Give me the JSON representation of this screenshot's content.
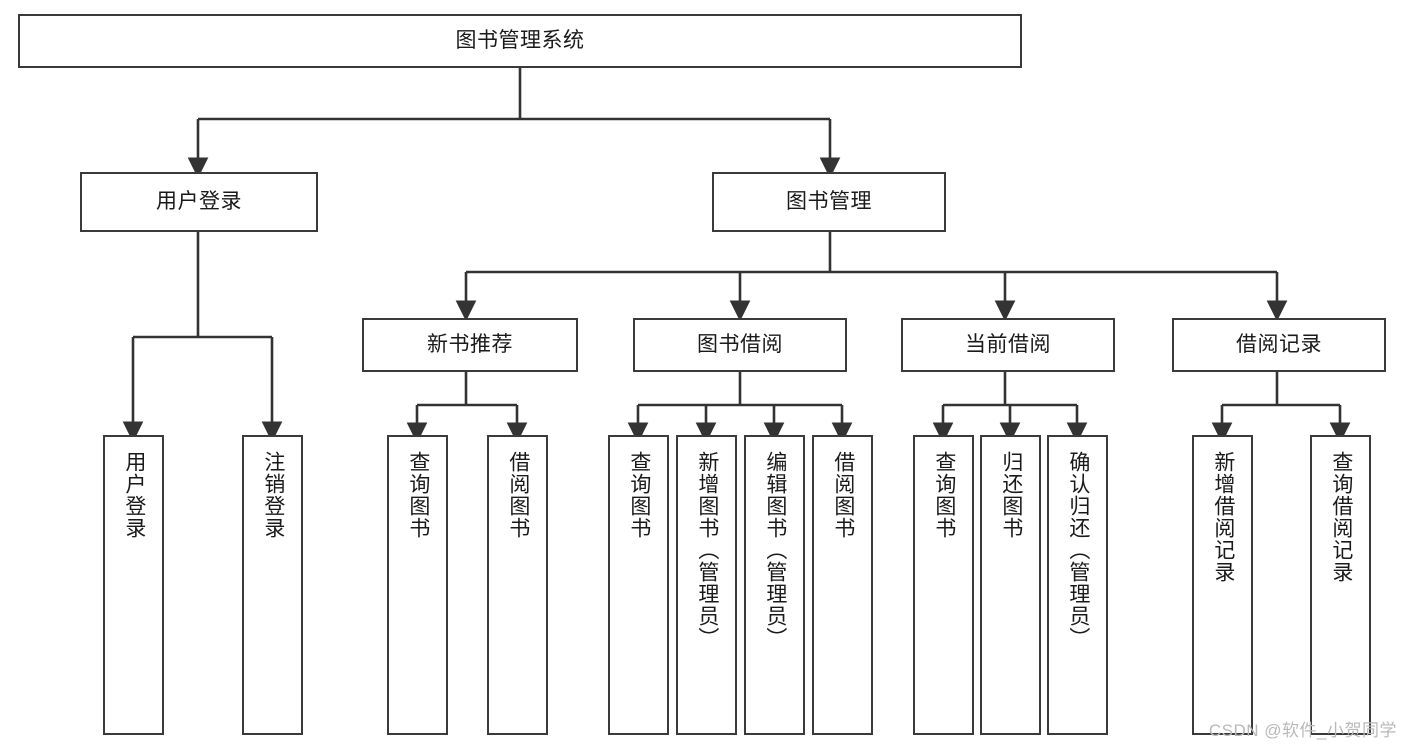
{
  "diagram": {
    "type": "tree-hierarchy",
    "title": "图书管理系统",
    "orientation": "top-down",
    "colors": {
      "node_border": "#3a3a3a",
      "node_fill": "#ffffff",
      "connector": "#333333",
      "text": "#1a1a1a",
      "watermark": "#b9b9b9",
      "background": "#ffffff"
    },
    "watermark": "CSDN @软件_小贺同学",
    "nodes": {
      "root": {
        "label": "图书管理系统",
        "level": 0,
        "text_direction": "horizontal"
      },
      "user_login": {
        "label": "用户登录",
        "level": 1,
        "text_direction": "horizontal"
      },
      "book_manage": {
        "label": "图书管理",
        "level": 1,
        "text_direction": "horizontal"
      },
      "new_book_rec": {
        "label": "新书推荐",
        "level": 2,
        "text_direction": "horizontal"
      },
      "book_borrow": {
        "label": "图书借阅",
        "level": 2,
        "text_direction": "horizontal"
      },
      "current_borrow": {
        "label": "当前借阅",
        "level": 2,
        "text_direction": "horizontal"
      },
      "borrow_record": {
        "label": "借阅记录",
        "level": 2,
        "text_direction": "horizontal"
      },
      "leaf_user_login": {
        "label": "用户登录",
        "level": 3,
        "text_direction": "vertical"
      },
      "leaf_logout": {
        "label": "注销登录",
        "level": 3,
        "text_direction": "vertical"
      },
      "leaf_query_book_1": {
        "label": "查询图书",
        "level": 3,
        "text_direction": "vertical"
      },
      "leaf_borrow_book_1": {
        "label": "借阅图书",
        "level": 3,
        "text_direction": "vertical"
      },
      "leaf_query_book_2": {
        "label": "查询图书",
        "level": 3,
        "text_direction": "vertical"
      },
      "leaf_add_book": {
        "label": "新增图书（管理员）",
        "level": 3,
        "text_direction": "vertical"
      },
      "leaf_edit_book": {
        "label": "编辑图书（管理员）",
        "level": 3,
        "text_direction": "vertical"
      },
      "leaf_borrow_book_2": {
        "label": "借阅图书",
        "level": 3,
        "text_direction": "vertical"
      },
      "leaf_query_book_3": {
        "label": "查询图书",
        "level": 3,
        "text_direction": "vertical"
      },
      "leaf_return_book": {
        "label": "归还图书",
        "level": 3,
        "text_direction": "vertical"
      },
      "leaf_confirm_return": {
        "label": "确认归还（管理员）",
        "level": 3,
        "text_direction": "vertical"
      },
      "leaf_add_record": {
        "label": "新增借阅记录",
        "level": 3,
        "text_direction": "vertical"
      },
      "leaf_query_record": {
        "label": "查询借阅记录",
        "level": 3,
        "text_direction": "vertical"
      }
    },
    "edges": [
      {
        "from": "root",
        "to": "user_login"
      },
      {
        "from": "root",
        "to": "book_manage"
      },
      {
        "from": "user_login",
        "to": "leaf_user_login"
      },
      {
        "from": "user_login",
        "to": "leaf_logout"
      },
      {
        "from": "book_manage",
        "to": "new_book_rec"
      },
      {
        "from": "book_manage",
        "to": "book_borrow"
      },
      {
        "from": "book_manage",
        "to": "current_borrow"
      },
      {
        "from": "book_manage",
        "to": "borrow_record"
      },
      {
        "from": "new_book_rec",
        "to": "leaf_query_book_1"
      },
      {
        "from": "new_book_rec",
        "to": "leaf_borrow_book_1"
      },
      {
        "from": "book_borrow",
        "to": "leaf_query_book_2"
      },
      {
        "from": "book_borrow",
        "to": "leaf_add_book"
      },
      {
        "from": "book_borrow",
        "to": "leaf_edit_book"
      },
      {
        "from": "book_borrow",
        "to": "leaf_borrow_book_2"
      },
      {
        "from": "current_borrow",
        "to": "leaf_query_book_3"
      },
      {
        "from": "current_borrow",
        "to": "leaf_return_book"
      },
      {
        "from": "current_borrow",
        "to": "leaf_confirm_return"
      },
      {
        "from": "borrow_record",
        "to": "leaf_add_record"
      },
      {
        "from": "borrow_record",
        "to": "leaf_query_record"
      }
    ]
  }
}
